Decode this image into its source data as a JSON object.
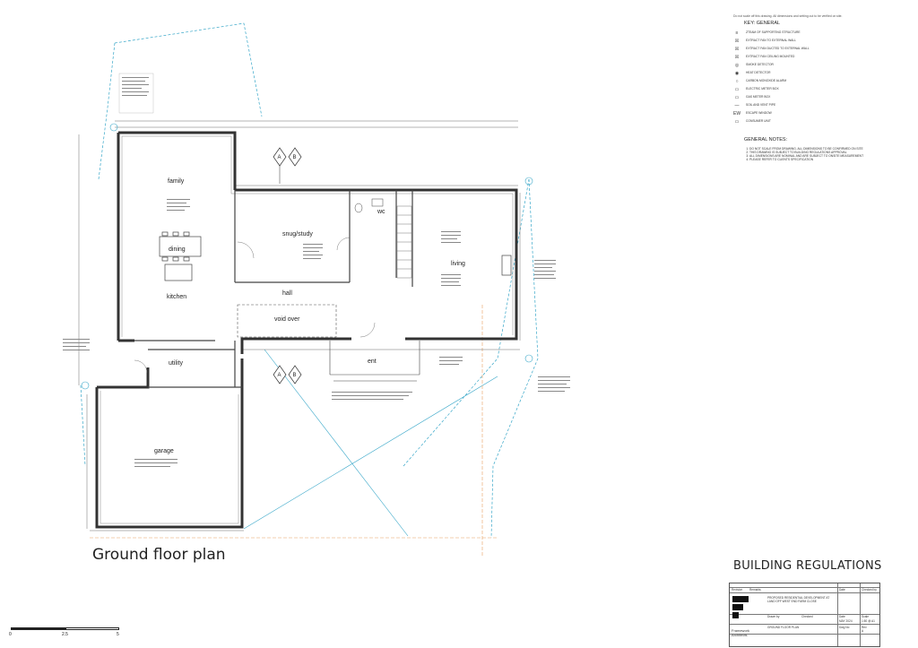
{
  "drawing": {
    "title": "Ground floor plan",
    "stage": "BUILDING REGULATIONS"
  },
  "rooms": {
    "family": "family",
    "dining": "dining",
    "kitchen": "kitchen",
    "snug": "snug/study",
    "wc": "wc",
    "living": "living",
    "hall": "hall",
    "void": "void over",
    "ent": "ent",
    "utility": "utility",
    "garage": "garage"
  },
  "section_markers": {
    "a": "A",
    "b": "B"
  },
  "key": {
    "header": "KEY: GENERAL",
    "intro": "Do not scale off this drawing. All dimensions and setting out to be verified on site.",
    "items": [
      {
        "icon": "≡",
        "text": "ZTEAM OF SUPPORTING STRUCTURE"
      },
      {
        "icon": "☒",
        "text": "EXTRACT FAN TO EXTERNAL WALL"
      },
      {
        "icon": "☒",
        "text": "EXTRACT FAN DUCTED TO EXTERNAL WALL"
      },
      {
        "icon": "☒",
        "text": "EXTRACT FAN CEILING MOUNTED"
      },
      {
        "icon": "◎",
        "text": "SMOKE DETECTOR"
      },
      {
        "icon": "◉",
        "text": "HEAT DETECTOR"
      },
      {
        "icon": "○",
        "text": "CARBON MONOXIDE ALARM"
      },
      {
        "icon": "▭",
        "text": "ELECTRIC METER BOX"
      },
      {
        "icon": "▭",
        "text": "GAS METER BOX"
      },
      {
        "icon": "—",
        "text": "SOIL AND VENT PIPE"
      },
      {
        "icon": "EW",
        "text": "ESCAPE WINDOW"
      },
      {
        "icon": "▭",
        "text": "CONSUMER UNIT"
      }
    ]
  },
  "general_notes": {
    "header": "GENERAL NOTES:",
    "items": [
      "DO NOT SCALE FROM DRAWING. ALL DIMENSIONS TO BE CONFIRMED ON SITE",
      "THIS DRAWING IS SUBJECT TO BUILDING REGULATIONS APPROVAL",
      "ALL DIMENSIONS ARE NOMINAL AND ARE SUBJECT TO ONSITE MEASUREMENT",
      "PLEASE REFER TO CLIENTS SPECIFICATION"
    ]
  },
  "title_block": {
    "project": "PROPOSED RESIDENTIAL DEVELOPMENT AT LAND OFF WEST END FARM CLOSE",
    "drawing_title": "GROUND FLOOR PLAN",
    "drawn_by_label": "Drawn by",
    "checked_label": "Checked",
    "date_label": "Date",
    "date": "MAY 2024",
    "scale_label": "Scale",
    "scale": "1:50 @ A1",
    "dwg_label": "Dwg No",
    "rev_label": "Rev",
    "rev": "A",
    "company": "Framework Architects",
    "revision_label": "Revision",
    "remarks_label": "Remarks",
    "date_col_label": "Date",
    "checked_col_label": "Checked by"
  },
  "scale_bar": {
    "ticks": [
      "0",
      "2.5",
      "5"
    ]
  }
}
